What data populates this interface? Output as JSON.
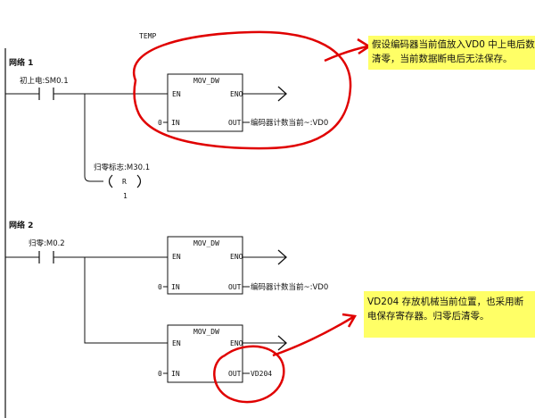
{
  "header": {
    "temp_label": "TEMP"
  },
  "network1": {
    "title": "网络 1",
    "contact_label": "初上电:SM0.1",
    "block_title": "MOV_DW",
    "pin_en": "EN",
    "pin_eno": "ENO",
    "pin_in": "IN",
    "pin_out": "OUT",
    "in_value": "0",
    "out_label": "编码器计数当前~:VD0",
    "coil_label": "归零标志:M30.1",
    "coil_letter": "R",
    "coil_count": "1"
  },
  "network2": {
    "title": "网络 2",
    "contact_label": "归零:M0.2",
    "block1": {
      "title": "MOV_DW",
      "in_value": "0",
      "out_label": "编码器计数当前~:VD0"
    },
    "block2": {
      "title": "MOV_DW",
      "in_value": "0",
      "out_label": "VD204"
    },
    "pin_en": "EN",
    "pin_eno": "ENO",
    "pin_in": "IN",
    "pin_out": "OUT"
  },
  "notes": {
    "note1_line1": "假设编码器当前值放入VD0 中上电后数",
    "note1_line2": "清零，当前数据断电后无法保存。",
    "note2_line1": "VD204 存放机械当前位置，也采用断",
    "note2_line2": "电保存寄存器。归零后清零。"
  },
  "colors": {
    "annotation_red": "#e00000",
    "note_yellow": "#ffff66",
    "ink": "#111111"
  }
}
